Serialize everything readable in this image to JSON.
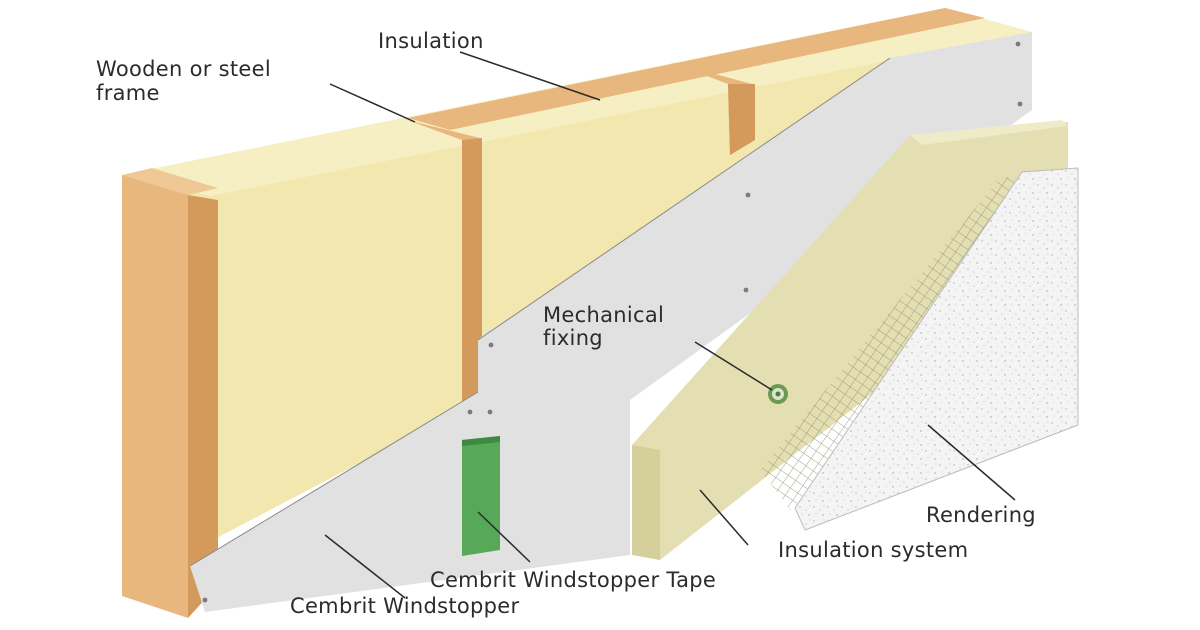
{
  "labels": {
    "insulation": "Insulation",
    "frame_line1": "Wooden or steel",
    "frame_line2": "frame",
    "mechanical_line1": "Mechanical",
    "mechanical_line2": "fixing",
    "rendering": "Rendering",
    "insulation_system": "Insulation system",
    "windstopper_tape": "Cembrit Windstopper Tape",
    "windstopper": "Cembrit Windstopper"
  },
  "colors": {
    "insulation": "#f2e7ae",
    "timber": "#e7b77e",
    "timber_dark": "#d49a5c",
    "board": "#e1e1e1",
    "tape": "#58a85a",
    "eps": "#e4dfb2",
    "mesh": "#8c8a6e",
    "render": "#f4f4f4",
    "text": "#2b2b2b"
  }
}
